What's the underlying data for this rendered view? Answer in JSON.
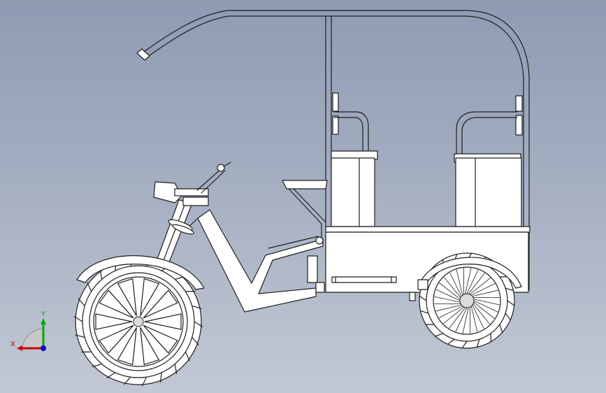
{
  "viewport": {
    "background_top": "#8e9bb2",
    "background_bottom": "#c2c8d4",
    "model_fill": "#ffffff",
    "model_edge": "#1e1e1e",
    "shade_fill": "#dcdcdc"
  },
  "triad": {
    "x_label": "X",
    "y_label": "Y",
    "x_color": "#d40000",
    "y_color": "#00a800",
    "z_color": "#0000c8"
  },
  "model": {
    "subject": "electric-rickshaw",
    "view": "side"
  }
}
